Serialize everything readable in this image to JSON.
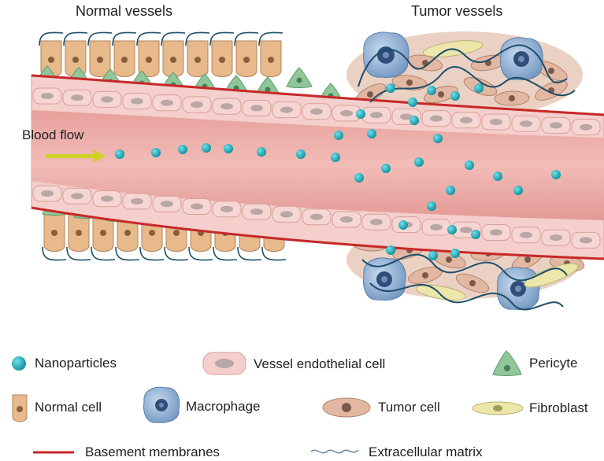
{
  "titles": {
    "normal": "Normal vessels",
    "tumor": "Tumor vessels"
  },
  "flow_label": "Blood flow",
  "legend": {
    "nanoparticles": "Nanoparticles",
    "endothelial": "Vessel endothelial cell",
    "pericyte": "Pericyte",
    "normal_cell": "Normal cell",
    "macrophage": "Macrophage",
    "tumor_cell": "Tumor cell",
    "fibroblast": "Fibroblast",
    "basement": "Basement membranes",
    "ecm": "Extracellular matrix"
  },
  "colors": {
    "vessel_wall": "#f3c9c6",
    "vessel_lumen": "#e9a8a4",
    "basement_membrane": "#c62828",
    "nanoparticle": "#1aa6b3",
    "pericyte": "#8fc79a",
    "normal_cell": "#e7b98b",
    "macrophage": "#8fb0d2",
    "tumor_cell": "#d9a98f",
    "fibroblast": "#e9e3a8",
    "ecm": "#1d4f6b",
    "arrow": "#c8c81e"
  }
}
